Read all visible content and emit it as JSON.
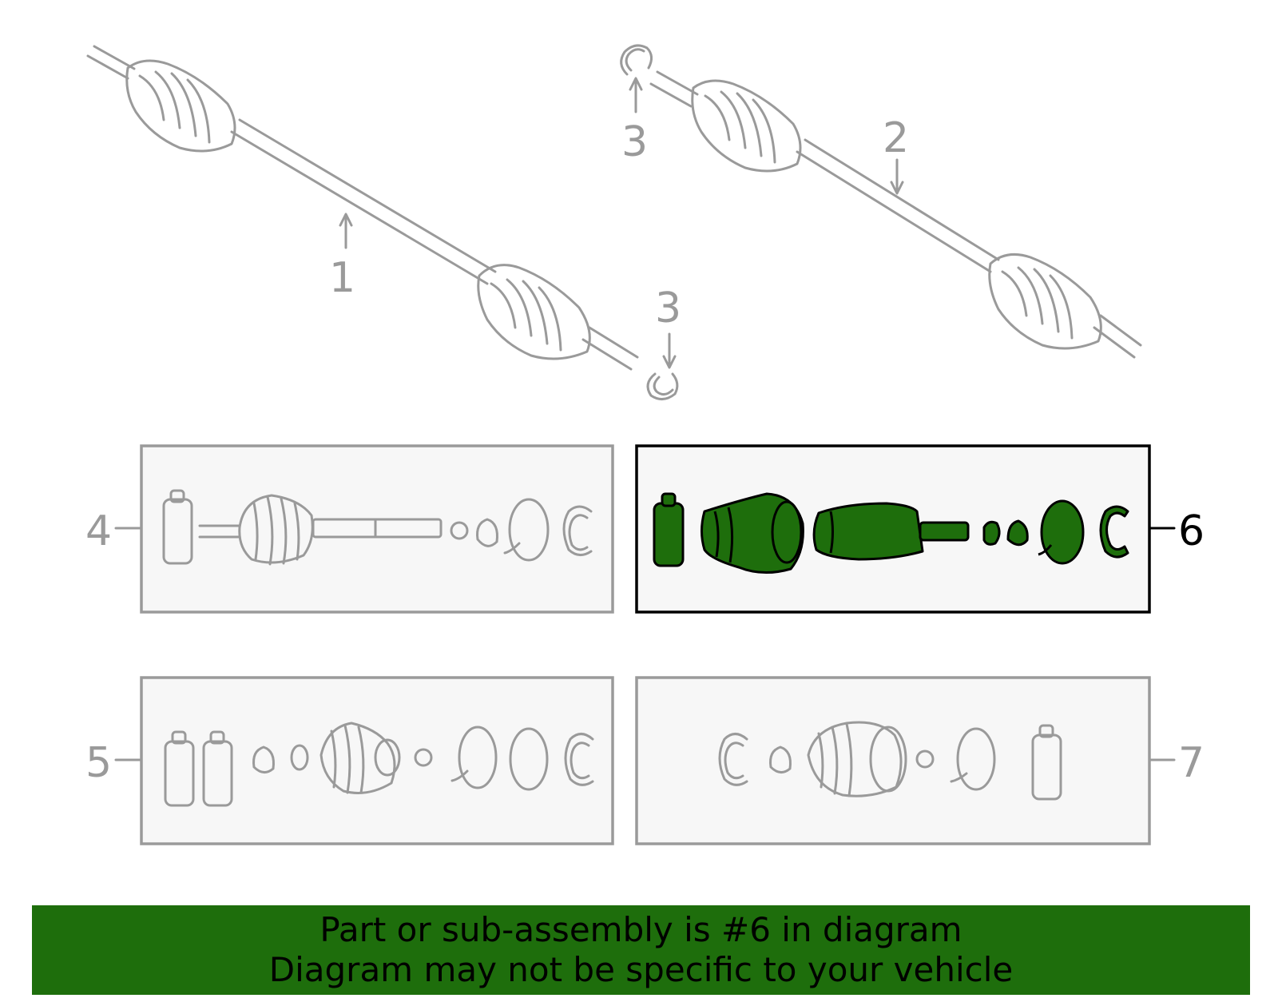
{
  "callouts": {
    "c1": "1",
    "c2": "2",
    "c3a": "3",
    "c3b": "3",
    "c4": "4",
    "c5": "5",
    "c6": "6",
    "c7": "7"
  },
  "banner": {
    "line1": "Part or sub-assembly is #6 in diagram",
    "line2": "Diagram may not be specific to your vehicle"
  },
  "colors": {
    "highlight_fill": "#1e6e0c",
    "outline_gray": "#9a9a9a",
    "box_fill": "#f7f7f7",
    "banner_bg": "#1e6e0c"
  },
  "highlighted_part": "6"
}
